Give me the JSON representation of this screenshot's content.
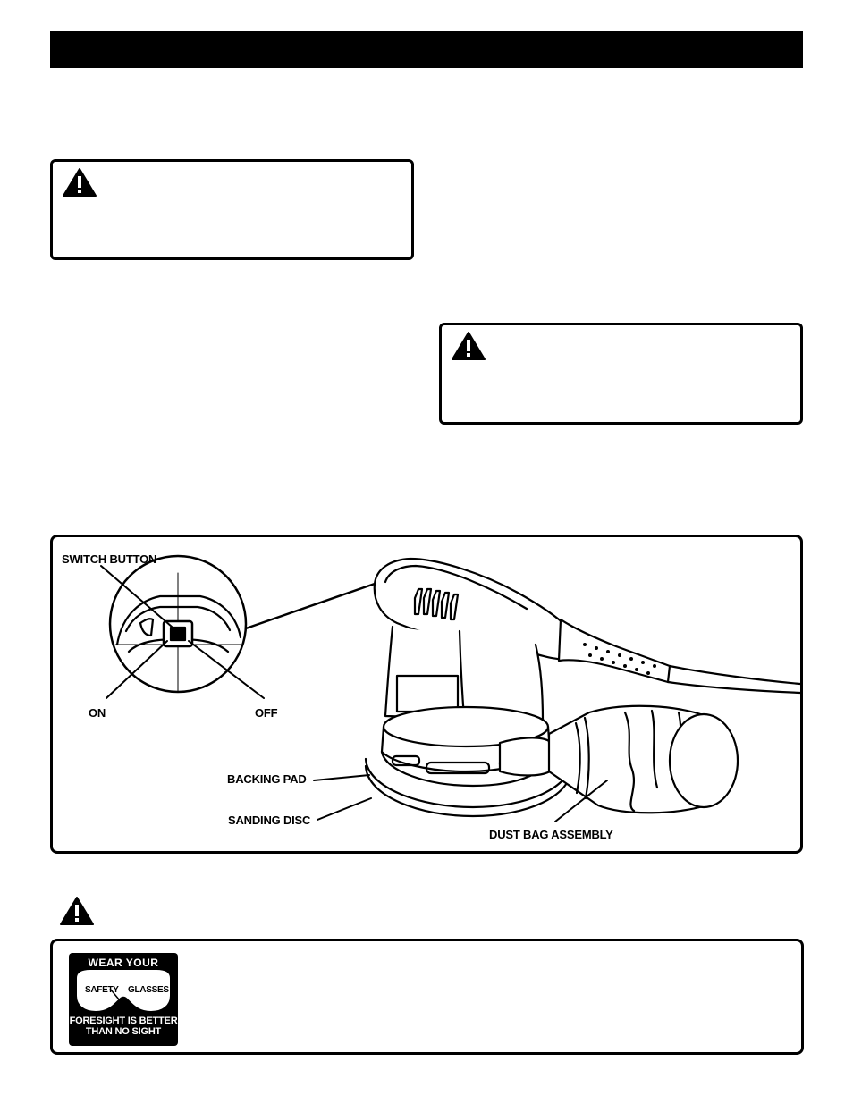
{
  "callouts": {
    "switch_button": "SWITCH BUTTON",
    "on": "ON",
    "off": "OFF",
    "backing_pad": "BACKING PAD",
    "sanding_disc": "SANDING DISC",
    "dust_bag_assembly": "DUST BAG ASSEMBLY"
  },
  "safety_badge": {
    "top": "WEAR YOUR",
    "left_word": "SAFETY",
    "right_word": "GLASSES",
    "bottom_line1": "FORESIGHT IS BETTER",
    "bottom_line2": "THAN NO SIGHT"
  }
}
